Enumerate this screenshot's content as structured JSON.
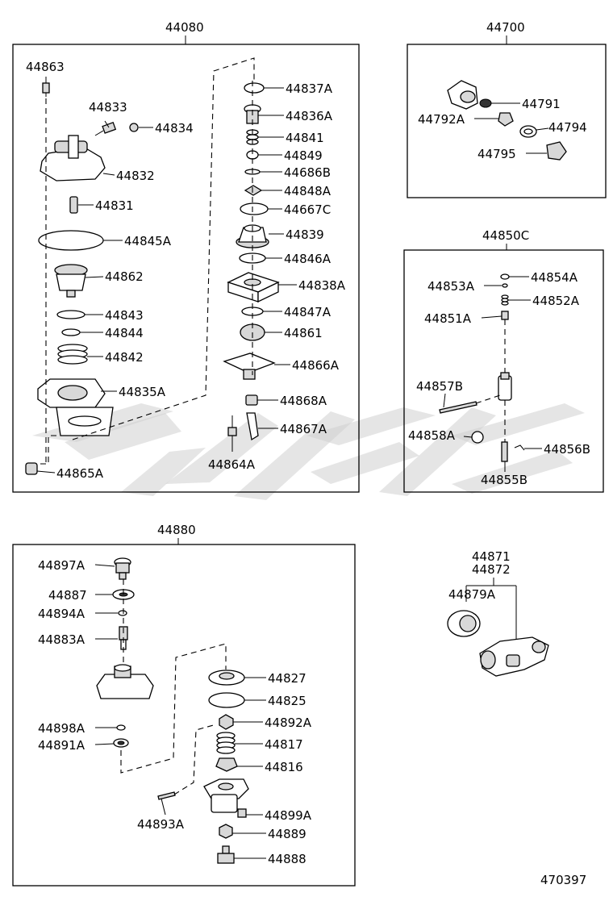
{
  "groups": [
    {
      "id": "g1",
      "label": "44080"
    },
    {
      "id": "g2",
      "label": "44700"
    },
    {
      "id": "g3",
      "label": "44850C"
    },
    {
      "id": "g4",
      "label": "44880"
    },
    {
      "id": "g5a",
      "label": "44871"
    },
    {
      "id": "g5b",
      "label": "44872"
    }
  ],
  "parts": [
    {
      "id": "44863",
      "label": "44863"
    },
    {
      "id": "44833",
      "label": "44833"
    },
    {
      "id": "44834",
      "label": "44834"
    },
    {
      "id": "44832",
      "label": "44832"
    },
    {
      "id": "44831",
      "label": "44831"
    },
    {
      "id": "44845A",
      "label": "44845A"
    },
    {
      "id": "44862",
      "label": "44862"
    },
    {
      "id": "44843",
      "label": "44843"
    },
    {
      "id": "44844",
      "label": "44844"
    },
    {
      "id": "44842",
      "label": "44842"
    },
    {
      "id": "44835A",
      "label": "44835A"
    },
    {
      "id": "44865A",
      "label": "44865A"
    },
    {
      "id": "44837A",
      "label": "44837A"
    },
    {
      "id": "44836A",
      "label": "44836A"
    },
    {
      "id": "44841",
      "label": "44841"
    },
    {
      "id": "44849",
      "label": "44849"
    },
    {
      "id": "44686B",
      "label": "44686B"
    },
    {
      "id": "44848A",
      "label": "44848A"
    },
    {
      "id": "44667C",
      "label": "44667C"
    },
    {
      "id": "44839",
      "label": "44839"
    },
    {
      "id": "44846A",
      "label": "44846A"
    },
    {
      "id": "44838A",
      "label": "44838A"
    },
    {
      "id": "44847A",
      "label": "44847A"
    },
    {
      "id": "44861",
      "label": "44861"
    },
    {
      "id": "44866A",
      "label": "44866A"
    },
    {
      "id": "44868A",
      "label": "44868A"
    },
    {
      "id": "44867A",
      "label": "44867A"
    },
    {
      "id": "44864A",
      "label": "44864A"
    },
    {
      "id": "44791",
      "label": "44791"
    },
    {
      "id": "44792A",
      "label": "44792A"
    },
    {
      "id": "44794",
      "label": "44794"
    },
    {
      "id": "44795",
      "label": "44795"
    },
    {
      "id": "44854A",
      "label": "44854A"
    },
    {
      "id": "44853A",
      "label": "44853A"
    },
    {
      "id": "44852A",
      "label": "44852A"
    },
    {
      "id": "44851A",
      "label": "44851A"
    },
    {
      "id": "44857B",
      "label": "44857B"
    },
    {
      "id": "44858A",
      "label": "44858A"
    },
    {
      "id": "44856B",
      "label": "44856B"
    },
    {
      "id": "44855B",
      "label": "44855B"
    },
    {
      "id": "44897A",
      "label": "44897A"
    },
    {
      "id": "44887",
      "label": "44887"
    },
    {
      "id": "44894A",
      "label": "44894A"
    },
    {
      "id": "44883A",
      "label": "44883A"
    },
    {
      "id": "44898A",
      "label": "44898A"
    },
    {
      "id": "44891A",
      "label": "44891A"
    },
    {
      "id": "44893A",
      "label": "44893A"
    },
    {
      "id": "44827",
      "label": "44827"
    },
    {
      "id": "44825",
      "label": "44825"
    },
    {
      "id": "44892A",
      "label": "44892A"
    },
    {
      "id": "44817",
      "label": "44817"
    },
    {
      "id": "44816",
      "label": "44816"
    },
    {
      "id": "44899A",
      "label": "44899A"
    },
    {
      "id": "44889",
      "label": "44889"
    },
    {
      "id": "44888",
      "label": "44888"
    },
    {
      "id": "44879A",
      "label": "44879A"
    }
  ],
  "footer": {
    "code": "470397"
  }
}
